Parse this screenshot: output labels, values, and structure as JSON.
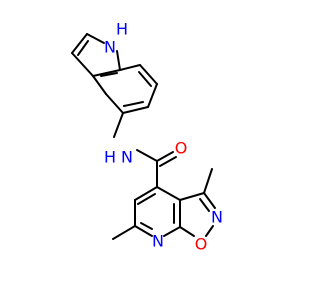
{
  "structure": {
    "atom_labels": {
      "indole_nh_h": "H",
      "indole_nh_n": "N",
      "amide_n": "N",
      "amide_h": "H",
      "carbonyl_o": "O",
      "isoxazole_n": "N",
      "isoxazole_o": "O",
      "pyridine_n": "N"
    },
    "colors": {
      "bond": "#000000",
      "nitrogen": "#0000ff",
      "oxygen": "#ff0000",
      "carbon": "#000000"
    }
  }
}
